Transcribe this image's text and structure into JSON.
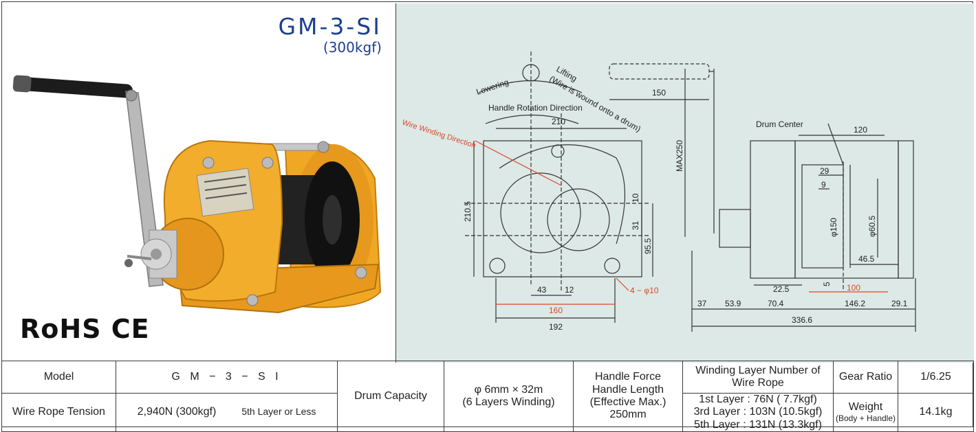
{
  "header": {
    "model": "GM-3-SI",
    "capacity": "(300kgf)",
    "certifications": "RoHS CE"
  },
  "drawing": {
    "labels": {
      "lowering": "Lowering",
      "lifting": "Lifting",
      "wire_wound": "(Wire is wound onto a drum)",
      "handle_rotation": "Handle Rotation Direction",
      "wire_winding": "Wire Winding Direction",
      "drum_center": "Drum Center",
      "holes": "4 − φ10"
    },
    "dimensions": {
      "d210": "210",
      "d210_5": "210.5",
      "d150": "150",
      "max250": "MAX250",
      "d10": "10",
      "d31": "31",
      "d95_5": "95.5",
      "d43": "43",
      "d12": "12",
      "d160": "160",
      "d192": "192",
      "d120": "120",
      "d29": "29",
      "d9": "9",
      "phi150": "φ150",
      "phi60_5": "φ60.5",
      "d46_5": "46.5",
      "d5": "5",
      "d22_5": "22.5",
      "d100": "100",
      "d37": "37",
      "d53_9": "53.9",
      "d70_4": "70.4",
      "d146_2": "146.2",
      "d29_1": "29.1",
      "d336_6": "336.6"
    }
  },
  "specs": {
    "model_label": "Model",
    "model_value": "G M − 3 − S I",
    "tension_label": "Wire Rope Tension",
    "tension_value": "2,940N (300kgf)",
    "tension_note": "5th Layer or Less",
    "drum_capacity_label": "Drum Capacity",
    "drum_capacity_value": "φ 6mm × 32m",
    "drum_capacity_note": "(6 Layers Winding)",
    "handle_force_line1": "Handle Force",
    "handle_force_line2": "Handle Length",
    "handle_force_line3": "(Effective Max.)",
    "handle_force_line4": "250mm",
    "winding_header": "Winding Layer Number of Wire Rope",
    "winding_layer1": "1st Layer :  76N (  7.7kgf)",
    "winding_layer3": "3rd Layer : 103N (10.5kgf)",
    "winding_layer5": "5th Layer : 131N (13.3kgf)",
    "gear_ratio_label": "Gear Ratio",
    "gear_ratio_value": "1/6.25",
    "weight_label": "Weight",
    "weight_note": "(Body + Handle)",
    "weight_value": "14.1kg"
  },
  "colors": {
    "title_blue": "#1b3f8f",
    "winch_yellow": "#f0a824",
    "drawing_bg": "#dde9e6",
    "dim_red": "#d9472b"
  }
}
